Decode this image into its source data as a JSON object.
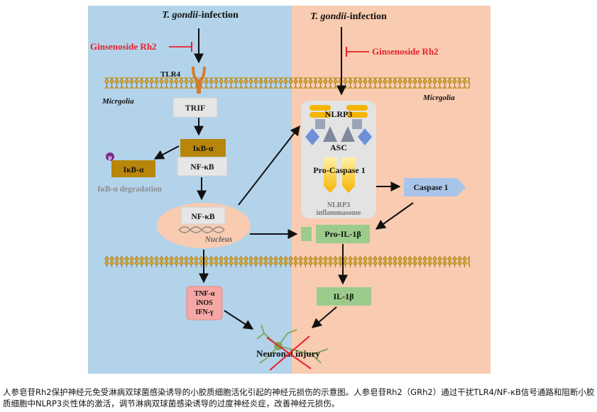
{
  "figure": {
    "left_title_italic": "T. gondii",
    "left_title_rest": "-infection",
    "right_title_italic": "T. gondii",
    "right_title_rest": "-infection",
    "inhibitor_left": "Ginsenoside Rh2",
    "inhibitor_right": "Ginsenoside Rh2",
    "tlr4": "TLR4",
    "microglia_left": "Micrgolia",
    "microglia_right": "Micrgolia",
    "trif": "TRIF",
    "ikba_complex": "IκB-α",
    "nfkb_complex": "NF-κB",
    "phospho": "p",
    "ikba_free": "IκB-α",
    "ikba_degradation": "IκB-α degradation",
    "nfkb_nucleus": "NF-κB",
    "nucleus": "Nucleus",
    "nlrp3": "NLRP3",
    "asc": "ASC",
    "pro_caspase": "Pro-Caspase 1",
    "inflammasome_line1": "NLRP3",
    "inflammasome_line2": "inflammasome",
    "caspase1": "Caspase 1",
    "pro_il1b": "Pro-IL-1β",
    "il1b": "IL-1β",
    "cytokines": [
      "TNF-α",
      "iNOS",
      "IFN-γ"
    ],
    "neuronal_injury": "Neuronal injury"
  },
  "caption": "人参皂苷Rh2保护神经元免受淋病双球菌感染诱导的小胶质细胞活化引起的神经元损伤的示意图。人参皂苷Rh2（GRh2）通过干扰TLR4/NF-κB信号通路和阻断小胶质细胞中NLRP3炎性体的激活，调节淋病双球菌感染诱导的过度神经炎症，改善神经元损伤。",
  "colors": {
    "left_panel": "#b3d3ea",
    "right_panel": "#f9cbb0",
    "inhibitor": "#e8202a",
    "ikb_box": "#b8860b",
    "green_box": "#9ccc8c",
    "cytokine_box": "#f4a7a4",
    "caspase": "#a8c4e8",
    "membrane": "#d4a534"
  }
}
